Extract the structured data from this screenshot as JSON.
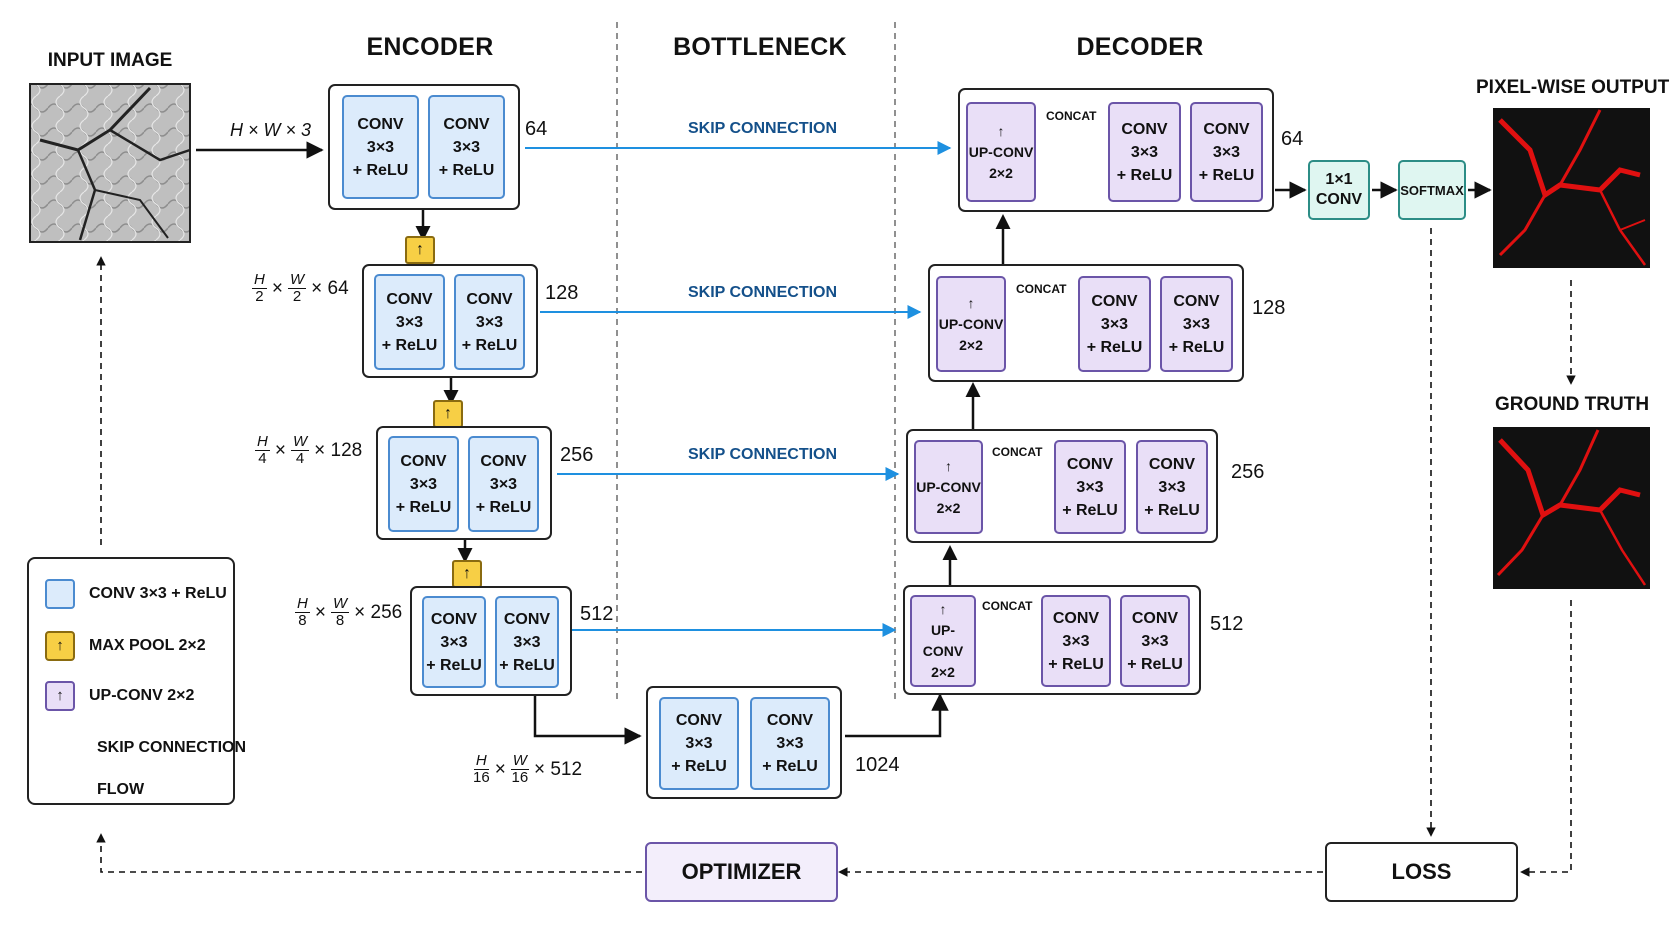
{
  "sections": {
    "encoder": "ENCODER",
    "bottleneck": "BOTTLENECK",
    "decoder": "DECODER"
  },
  "input": {
    "title": "INPUT IMAGE",
    "dims": "H × W × 3"
  },
  "output": {
    "title": "PIXEL-WISE OUTPUT"
  },
  "ground_truth": {
    "title": "GROUND TRUTH"
  },
  "conv": {
    "line1": "CONV",
    "line2": "3×3",
    "line3": "+ ReLU"
  },
  "upconv": {
    "arrow": "↑",
    "line1": "UP-CONV",
    "line2": "2×2"
  },
  "pool_arrow": "↑",
  "concat_label": "CONCAT",
  "skip_label": "SKIP CONNECTION",
  "encoder_stages": [
    {
      "channels": "64"
    },
    {
      "channels": "128",
      "dim_num": "H",
      "dim_den": "2",
      "dim_num2": "W",
      "dim_den2": "2",
      "times": "×",
      "dim_ch": "× 64"
    },
    {
      "channels": "256",
      "dim_num": "H",
      "dim_den": "4",
      "dim_num2": "W",
      "dim_den2": "4",
      "times": "×",
      "dim_ch": "× 128"
    },
    {
      "channels": "512",
      "dim_num": "H",
      "dim_den": "8",
      "dim_num2": "W",
      "dim_den2": "8",
      "times": "×",
      "dim_ch": "× 256"
    }
  ],
  "bottleneck": {
    "channels": "1024",
    "dim_num": "H",
    "dim_den": "16",
    "dim_num2": "W",
    "dim_den2": "16",
    "times": "×",
    "dim_ch": "× 512"
  },
  "decoder_stages": [
    {
      "channels": "64"
    },
    {
      "channels": "128"
    },
    {
      "channels": "256"
    },
    {
      "channels": "512"
    }
  ],
  "head": {
    "conv1": "1×1",
    "conv2": "CONV",
    "softmax": "SOFTMAX"
  },
  "loss": "LOSS",
  "optimizer": "OPTIMIZER",
  "legend": {
    "conv": "CONV 3×3 + ReLU",
    "pool": "MAX POOL 2×2",
    "upconv": "UP-CONV 2×2",
    "skip": "SKIP CONNECTION",
    "flow": "FLOW",
    "pool_arrow": "↑",
    "upconv_arrow": "↑"
  },
  "colors": {
    "conv_fill": "#dcebfb",
    "conv_border": "#4b8bd0",
    "upconv_fill": "#e9dff7",
    "upconv_border": "#6b55a8",
    "pool_fill": "#f7cf45",
    "skip_arrow": "#1e90e0",
    "head_fill": "#dff6f1",
    "optimizer_fill": "#f3eefb",
    "crack_red": "#e01010"
  }
}
